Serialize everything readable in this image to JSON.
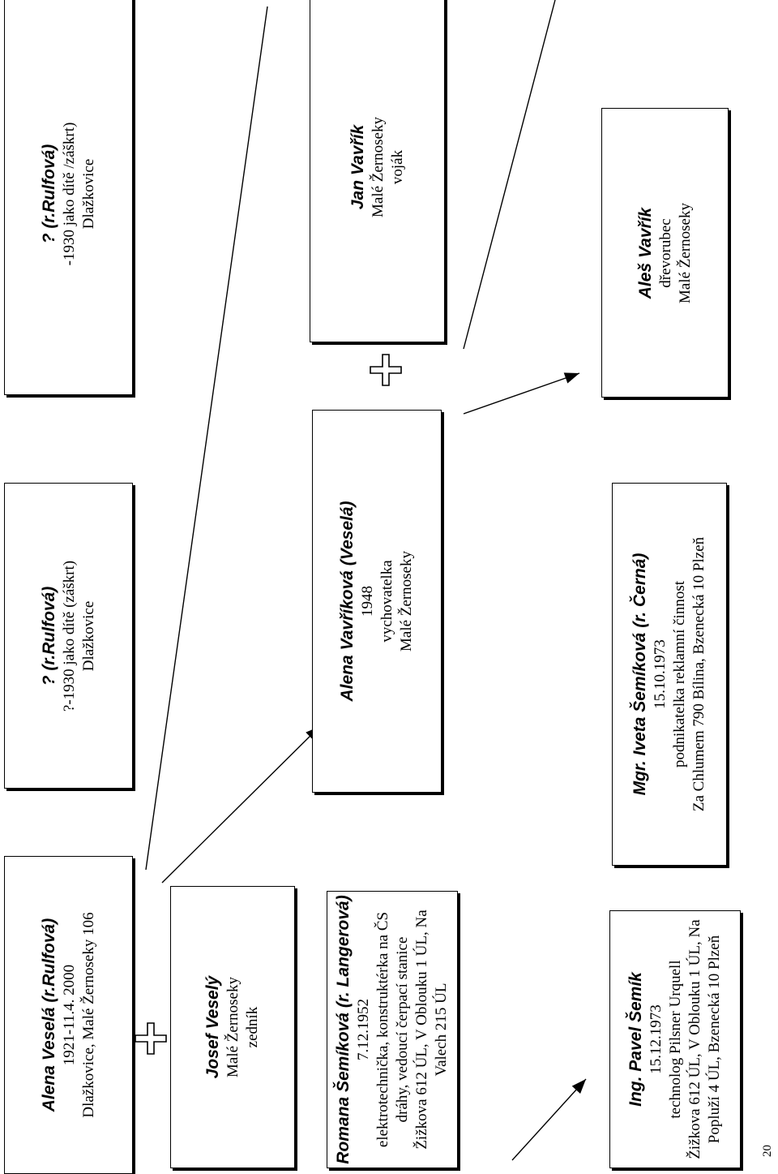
{
  "page_number": "20",
  "persons": [
    {
      "id": "alena-vesela",
      "name": "Alena Veselá (r.Rulfová)",
      "lines": [
        "1921-11.4. 2000",
        "Dlažkovice, Malé Žernoseky 106"
      ]
    },
    {
      "id": "rulfova-1",
      "name": "? (r.Rulfová)",
      "lines": [
        "?-1930 jako dítě (záškrt)",
        "Dlažkovice"
      ]
    },
    {
      "id": "rulfova-2",
      "name": "? (r.Rulfová)",
      "lines": [
        "-1930 jako dítě /záškrt)",
        "Dlažkovice"
      ]
    },
    {
      "id": "josef-vesely",
      "name": "Josef Veselý",
      "lines": [
        "Malé Žernoseky",
        "zedník"
      ]
    },
    {
      "id": "alena-vavrikova",
      "name": "Alena Vavříková (Veselá)",
      "lines": [
        "1948",
        "vychovatelka",
        "Malé Žernoseky"
      ]
    },
    {
      "id": "jan-vavrik",
      "name": "Jan Vavřík",
      "lines": [
        "Malé Žernoseky",
        "voják"
      ]
    },
    {
      "id": "romana-semikova",
      "name": "Romana Šemíková (r. Langerová)",
      "lines": [
        "7.12.1952",
        "elektrotechnička, konstruktérka na ČS",
        "dráhy, vedoucí čerpací stanice",
        "Žižkova 612 ÚL, V Oblouku 1 ÚL, Na",
        "Valech 215 ÚL"
      ]
    },
    {
      "id": "iveta-semikova",
      "name": "Mgr. Iveta Šemíková (r. Černá)",
      "lines": [
        "15.10.1973",
        "podnikatelka reklamní činnost",
        "Za Chlumem 790 Bílina, Bzenecká 10 Plzeň"
      ]
    },
    {
      "id": "ales-vavrik",
      "name": "Aleš Vavřík",
      "lines": [
        "dřevorubec",
        "Malé Žernoseky"
      ]
    },
    {
      "id": "pavel-semik",
      "name": "Ing. Pavel Šemík",
      "lines": [
        "15.12.1973",
        "technolog Pilsner Urquell",
        "Žižkova 612 ÚL, V Oblouku 1 ÚL, Na",
        "Popluží 4 ÚL, Bzenecká 10 Plzeň"
      ]
    }
  ]
}
